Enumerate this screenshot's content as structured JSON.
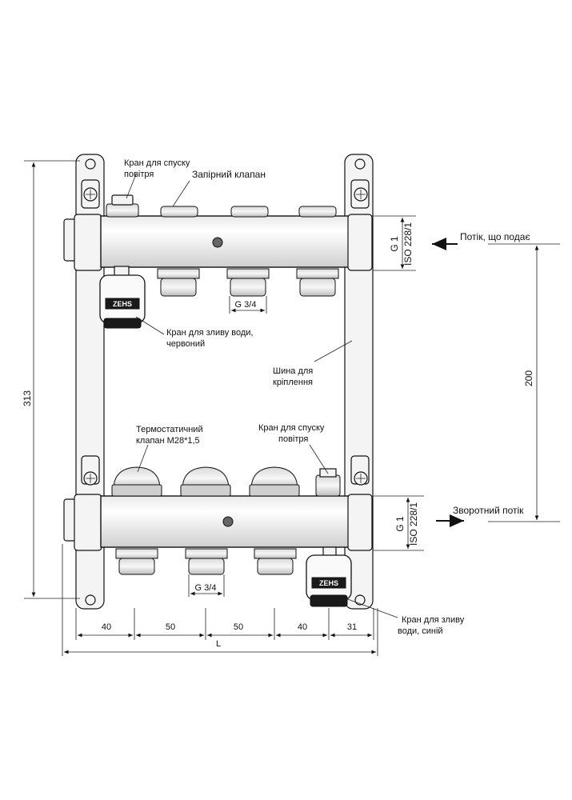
{
  "labels": {
    "air_vent_top_l1": "Кран для спуску",
    "air_vent_top_l2": "повітря",
    "shutoff_valve": "Запірний клапан",
    "drain_red_l1": "Кран для зливу води,",
    "drain_red_l2": "червоний",
    "mount_rail_l1": "Шина для",
    "mount_rail_l2": "кріплення",
    "thermo_valve_l1": "Термостатичний",
    "thermo_valve_l2": "клапан M28*1,5",
    "air_vent_bottom_l1": "Кран для спуску",
    "air_vent_bottom_l2": "повітря",
    "supply_flow": "Потік, що подає",
    "return_flow": "Зворотний потік",
    "drain_blue_l1": "Кран для зливу",
    "drain_blue_l2": "води, синій",
    "brand": "ZEHS"
  },
  "dimensions": {
    "height_total": "313",
    "center_distance": "200",
    "thread_top": "G 1",
    "iso_top": "ISO 228/1",
    "thread_bottom": "G 1",
    "iso_bottom": "ISO 228/1",
    "outlet_top": "G 3/4",
    "outlet_bottom": "G 3/4",
    "spacing_1": "40",
    "spacing_2": "50",
    "spacing_3": "50",
    "spacing_4": "40",
    "spacing_5": "31",
    "length": "L"
  }
}
